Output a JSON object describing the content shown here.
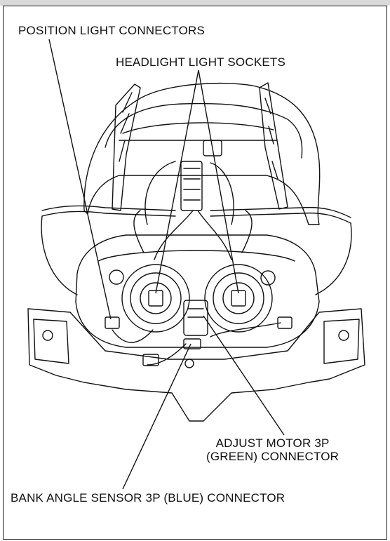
{
  "labels": {
    "position_light_connectors": "POSITION LIGHT CONNECTORS",
    "headlight_light_sockets": "HEADLIGHT LIGHT SOCKETS",
    "adjust_motor_line1": "ADJUST MOTOR 3P",
    "adjust_motor_line2": "(GREEN) CONNECTOR",
    "bank_angle_sensor": "BANK ANGLE SENSOR 3P (BLUE) CONNECTOR"
  },
  "colors": {
    "ink": "#111111",
    "paper": "#ffffff",
    "shade": "#e6e6e6"
  }
}
